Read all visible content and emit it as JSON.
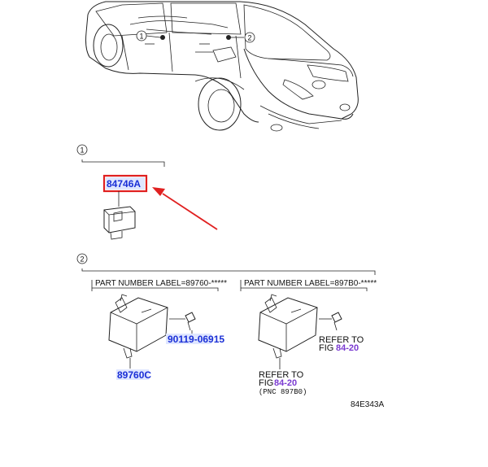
{
  "callouts": {
    "one": "1",
    "two": "2"
  },
  "section1": {
    "part_number": "84746A"
  },
  "section2": {
    "left_heading": "PART NUMBER LABEL=89760-*****",
    "right_heading": "PART NUMBER LABEL=897B0-*****",
    "bolt_part": "90119-06915",
    "module_part": "89760C",
    "refer_right": {
      "line1": "REFER TO",
      "line2": "FIG",
      "fig": "84-20"
    },
    "refer_below": {
      "line1": "REFER TO",
      "line2": "FIG",
      "fig": "84-20",
      "note": "(PNC 897B0)"
    }
  },
  "figure_code": "84E343A",
  "colors": {
    "highlight_box": "#e02020",
    "arrow": "#e02020",
    "part_text": "#1a2fd6",
    "part_bg": "#dfe6ff",
    "fig_ref": "#7a3ad1"
  }
}
